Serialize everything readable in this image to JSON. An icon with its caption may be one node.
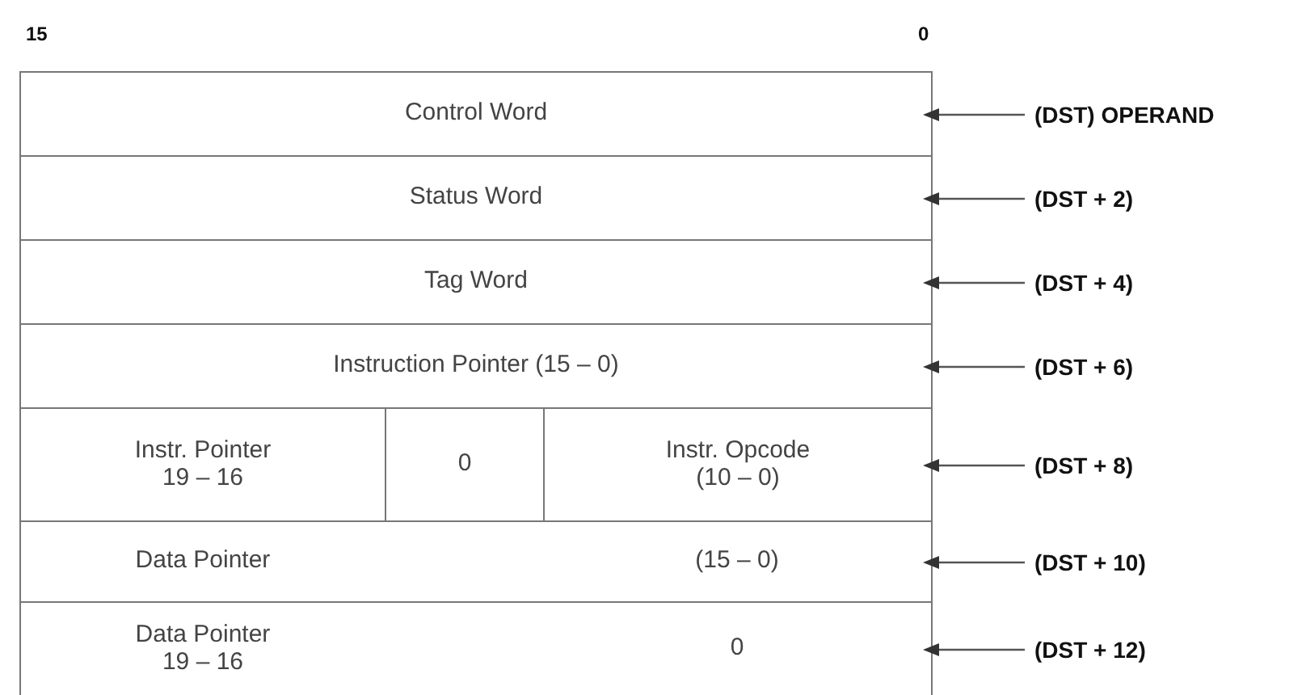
{
  "diagram": {
    "nodes": [
      {
        "text": [
          "Control Word"
        ]
      },
      {
        "text": [
          "Status Word"
        ]
      },
      {
        "text": [
          "Tag Word"
        ]
      },
      {
        "text": [
          "Instruction Pointer (15 – 0)"
        ]
      },
      {
        "text": [],
        "shape": "box"
      },
      {
        "text": [
          "Instr. Pointer 19 – 16"
        ],
        "in": 4
      },
      {
        "text": [
          "0"
        ],
        "in": 4
      },
      {
        "text": [
          "Instr. Opcode (10 – 0)"
        ],
        "in": 4
      },
      {
        "text": [
          "Data Pointer",
          "(15 – 0)"
        ]
      },
      {
        "text": [
          "Data Pointer 19 – 16",
          "0"
        ]
      },
      {
        "text": [
          "(DST) OPERAND"
        ]
      },
      {
        "text": [
          "(DST + 2)"
        ]
      },
      {
        "text": [
          "(DST + 4)"
        ]
      },
      {
        "text": [
          "(DST + 6)"
        ]
      },
      {
        "text": [
          "(DST + 8)"
        ]
      },
      {
        "text": [
          "(DST + 10)"
        ]
      },
      {
        "text": [
          "(DST + 12)"
        ]
      }
    ],
    "edges": [
      {
        "from": 10,
        "to": 0,
        "arrow": "to"
      },
      {
        "from": 11,
        "to": 1,
        "arrow": "to"
      },
      {
        "from": 12,
        "to": 2,
        "arrow": "to"
      },
      {
        "from": 13,
        "to": 3,
        "arrow": "to"
      },
      {
        "from": 14,
        "to": 4,
        "arrow": "to"
      },
      {
        "from": 15,
        "to": 8,
        "arrow": "to"
      },
      {
        "from": 16,
        "to": 9,
        "arrow": "to"
      }
    ],
    "labels": [
      "15",
      "0"
    ]
  }
}
